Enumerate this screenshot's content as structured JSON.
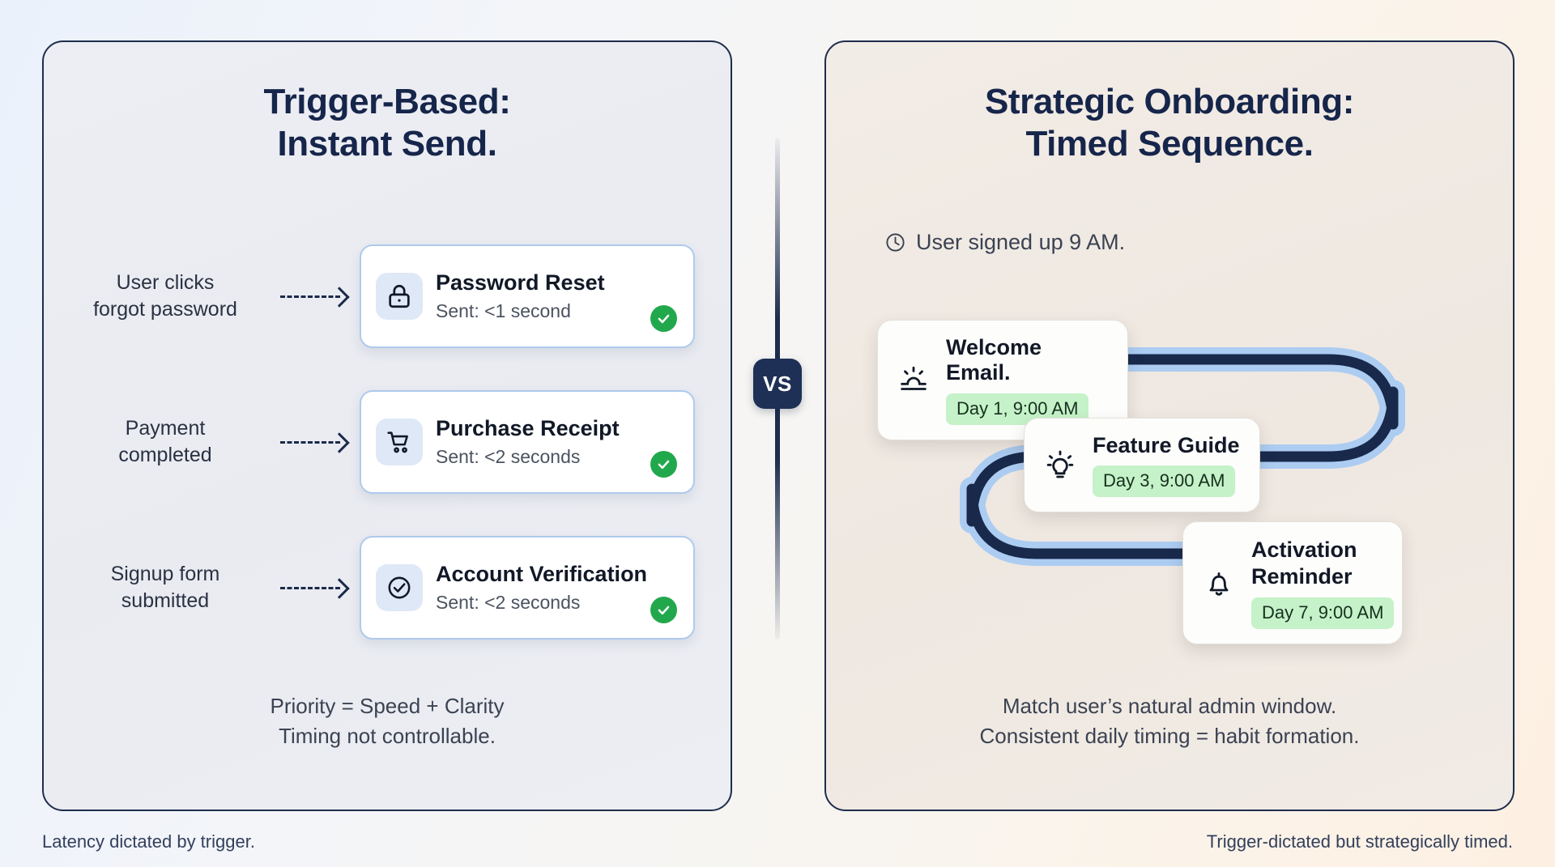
{
  "left_panel": {
    "title_line1": "Trigger-Based:",
    "title_line2": "Instant Send.",
    "rows": [
      {
        "label_line1": "User clicks",
        "label_line2": "forgot password",
        "icon": "lock-icon",
        "card_title": "Password Reset",
        "card_sub": "Sent: <1 second",
        "status": "check-icon"
      },
      {
        "label_line1": "Payment",
        "label_line2": "completed",
        "icon": "shopping-cart-icon",
        "card_title": "Purchase Receipt",
        "card_sub": "Sent: <2 seconds",
        "status": "check-icon"
      },
      {
        "label_line1": "Signup form",
        "label_line2": "submitted",
        "icon": "check-circle-icon",
        "card_title": "Account Verification",
        "card_sub": "Sent: <2 seconds",
        "status": "check-icon"
      }
    ],
    "footnote_line1": "Priority = Speed + Clarity",
    "footnote_line2": "Timing not controllable."
  },
  "divider": {
    "label": "VS"
  },
  "right_panel": {
    "title_line1": "Strategic Onboarding:",
    "title_line2": "Timed Sequence.",
    "signup_note": "User signed up 9 AM.",
    "signup_icon": "clock-icon",
    "steps": [
      {
        "icon": "sunrise-icon",
        "title": "Welcome Email.",
        "badge": "Day 1, 9:00 AM"
      },
      {
        "icon": "lightbulb-icon",
        "title": "Feature Guide",
        "badge": "Day 3, 9:00 AM"
      },
      {
        "icon": "bell-icon",
        "title_line1": "Activation",
        "title_line2": "Reminder",
        "badge": "Day 7, 9:00 AM"
      }
    ],
    "footnote_line1": "Match user’s natural admin window.",
    "footnote_line2": "Consistent daily timing = habit formation."
  },
  "footer": {
    "left_caption": "Latency dictated by trigger.",
    "right_caption": "Trigger-dictated but strategically timed."
  },
  "colors": {
    "navy": "#1e2d4d",
    "card_border_blue": "#aecaec",
    "path_dark": "#18294c",
    "path_halo": "#a8caf2",
    "badge_green": "#c5f2c8",
    "check_green": "#22a84c"
  }
}
